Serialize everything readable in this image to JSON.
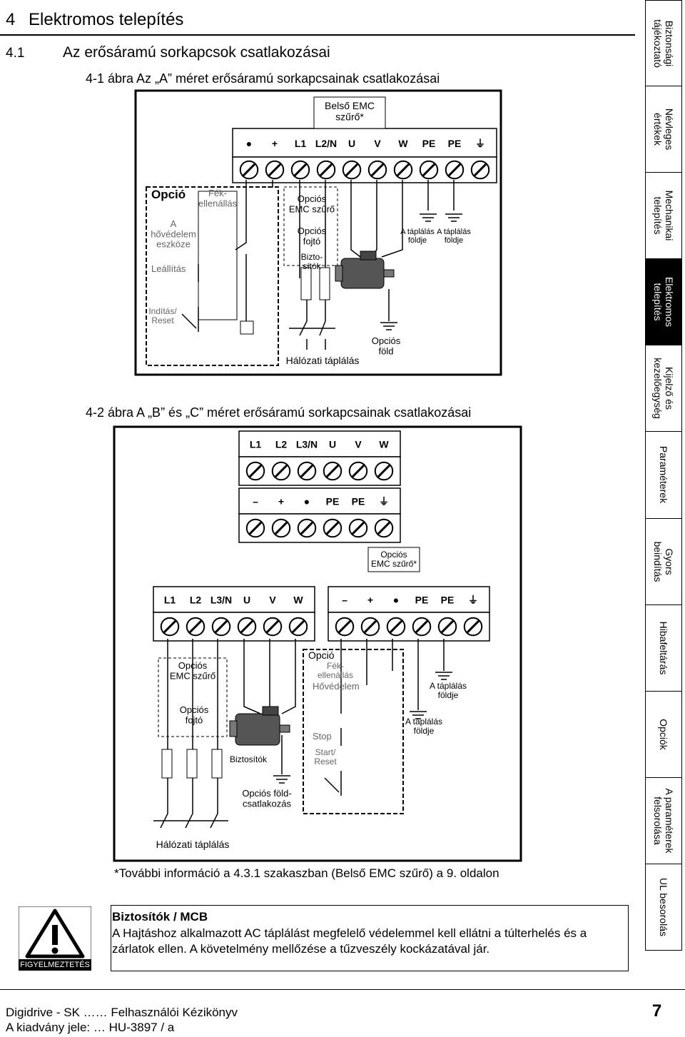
{
  "header": {
    "chapter_num": "4",
    "chapter_title": "Elektromos telepítés",
    "section_num": "4.1",
    "section_title": "Az erősáramú sorkapcsok csatlakozásai"
  },
  "fig1": {
    "caption": "4-1 ábra  Az „A” méret erősáramú sorkapcsainak csatlakozásai",
    "terminals": [
      "●",
      "+",
      "L1",
      "L2/N",
      "U",
      "V",
      "W",
      "PE",
      "PE",
      "⏚"
    ],
    "emc_internal": "Belső EMC\nszűrő*",
    "labels": {
      "opcio": "Opció",
      "brake": "Fék-\nellenállás",
      "protect": "A\nhővédelem\neszköze",
      "stop": "Leállítás",
      "start": "Indítás/\nReset",
      "emc": "Opciós\nEMC szűrő",
      "choke": "Opciós\nfojtó",
      "fuses": "Bizto-\nsítók",
      "supply_earth1": "A táplálás\nföldje",
      "supply_earth2": "A táplálás\nföldje",
      "opt_earth": "Opciós\nföld",
      "mains": "Hálózati táplálás"
    }
  },
  "fig2": {
    "caption": "4-2 ábra  A „B” és „C” méret erősáramú sorkapcsainak csatlakozásai",
    "block_b_row1": [
      "L1",
      "L2",
      "L3/N",
      "U",
      "V",
      "W"
    ],
    "block_b_row2": [
      "–",
      "+",
      "●",
      "PE",
      "PE",
      "⏚"
    ],
    "emc_internal": "Opciós\nEMC szűrő*",
    "block_c_left": [
      "L1",
      "L2",
      "L3/N",
      "U",
      "V",
      "W"
    ],
    "block_c_right": [
      "–",
      "+",
      "●",
      "PE",
      "PE",
      "⏚"
    ],
    "labels": {
      "emc": "Opciós\nEMC szűrő",
      "choke": "Opciós\nfojtó",
      "fuses": "Biztosítók",
      "opt_earth": "Opciós föld-\ncsatlakozás",
      "mains": "Hálózati táplálás",
      "opcio": "Opció",
      "brake": "Fék-\nellenállás",
      "protect": "Hővédelem",
      "stop": "Stop",
      "start": "Start/\nReset",
      "supply_earth1": "A táplálás\nföldje",
      "supply_earth2": "A táplálás\nföldje"
    }
  },
  "note": "*További információ a 4.3.1 szakaszban (Belső EMC szűrő) a 9. oldalon",
  "warning": {
    "label": "FIGYELMEZTETÉS",
    "title": "Biztosítók / MCB",
    "text": "A Hajtáshoz alkalmazott AC táplálást megfelelő védelemmel kell ellátni a túlterhelés és a zárlatok ellen. A követelmény mellőzése a tűzveszély kockázatával jár."
  },
  "side_tabs": [
    {
      "label": "Biztonsági\ntájékoztató",
      "active": false
    },
    {
      "label": "Névleges\nértékek",
      "active": false
    },
    {
      "label": "Mechanikai\ntelepítés",
      "active": false
    },
    {
      "label": "Elektromos\ntelepítés",
      "active": true
    },
    {
      "label": "Kijelző és\nkezelőegység",
      "active": false
    },
    {
      "label": "Paraméterek",
      "active": false
    },
    {
      "label": "Gyors\nbeindítás",
      "active": false
    },
    {
      "label": "Hibafeltárás",
      "active": false
    },
    {
      "label": "Opciók",
      "active": false
    },
    {
      "label": "A paraméterek\nfelsorolása",
      "active": false
    },
    {
      "label": "UL besorolás",
      "active": false
    }
  ],
  "footer": {
    "line1": "Digidrive - SK …… Felhasználói Kézikönyv",
    "line2": "A kiadvány jele: … HU-3897 / a",
    "page": "7"
  }
}
